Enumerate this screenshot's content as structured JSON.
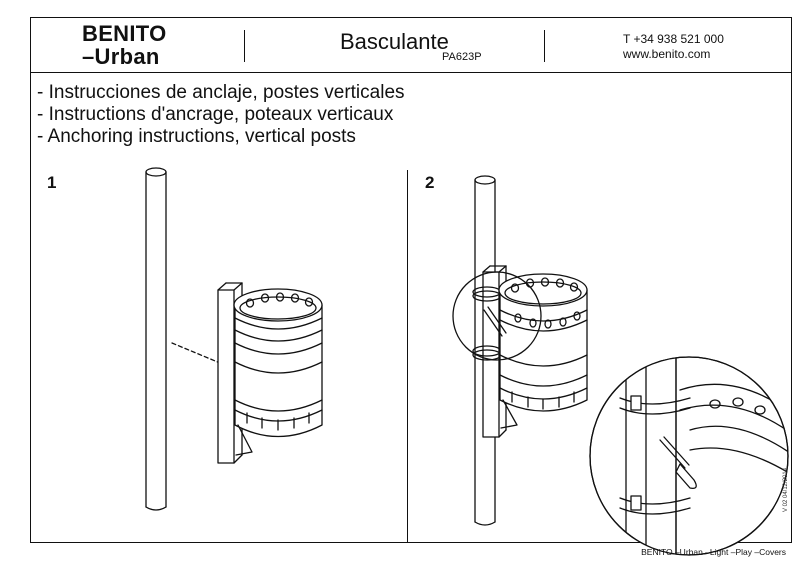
{
  "header": {
    "brand_line1": "BENITO",
    "brand_line2": "–Urban",
    "product_name": "Basculante",
    "product_code": "PA623P",
    "phone": "T +34 938 521 000",
    "website": "www.benito.com"
  },
  "instructions": [
    "- Instrucciones de anclaje, postes verticales",
    "- Instructions d'ancrage, poteaux verticaux",
    "- Anchoring instructions, vertical posts"
  ],
  "steps": {
    "step1": "1",
    "step2": "2"
  },
  "version_note": "V 02 04/12/2014",
  "footer": "BENITO –Urban –Light –Play –Covers"
}
